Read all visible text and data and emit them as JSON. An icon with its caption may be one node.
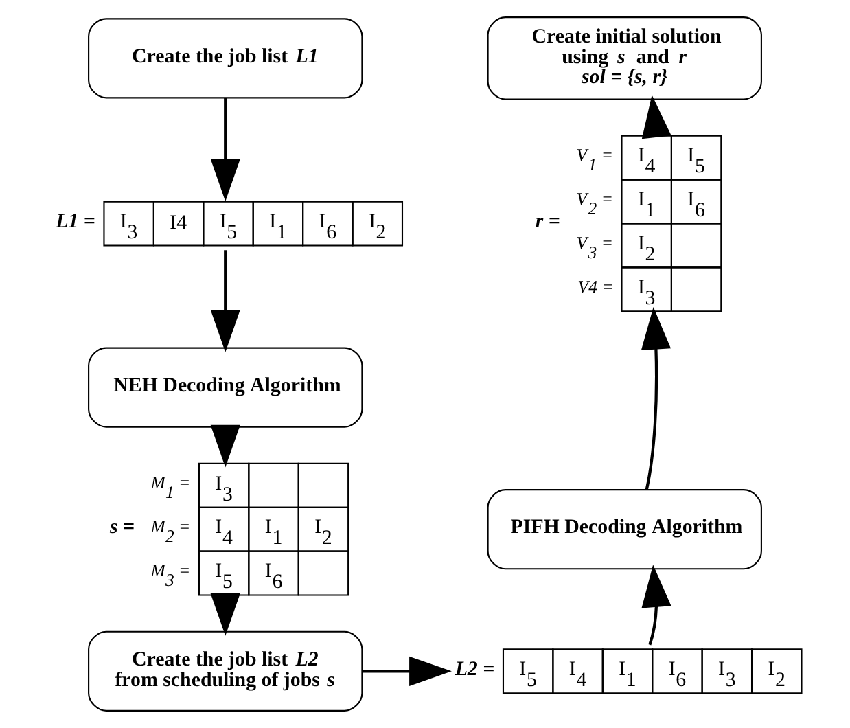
{
  "diagram": {
    "nodes": [
      {
        "text": [
          "Create the job list *L1*"
        ]
      },
      {
        "text": [
          "Create initial solution using *s* and *r*",
          "sol = {s, r}"
        ]
      },
      {
        "text": [
          "I$_{3}$",
          "I4",
          "I$_{5}$",
          "I$_{1}$",
          "I$_{6}$",
          "I$_{2}$"
        ],
        "beside": [
          "L1 ="
        ]
      },
      {
        "text": [
          "I$_{4}$",
          "I$_{5}$",
          "I$_{1}$",
          "I$_{6}$",
          "I$_{2}$",
          "I$_{3}$"
        ],
        "beside": [
          "r =",
          "V$_{1}$ =",
          "V$_{2}$ =",
          "V$_{3}$ =",
          "V4 ="
        ]
      },
      {
        "text": [
          "NEH Decoding Algorithm"
        ]
      },
      {
        "text": [
          "I$_{3}$",
          "I$_{4}$",
          "I$_{1}$",
          "I$_{2}$",
          "I$_{5}$",
          "I$_{6}$"
        ],
        "beside": [
          "s =",
          "M$_{1}$ =",
          "M$_{2}$ =",
          "M$_{3}$ ="
        ]
      },
      {
        "text": [
          "PIFH Decoding Algorithm"
        ]
      },
      {
        "text": [
          "Create the job list *L2* from scheduling of jobs *s*"
        ]
      },
      {
        "text": [
          "I$_{5}$",
          "I$_{4}$",
          "I$_{1}$",
          "I$_{6}$",
          "I$_{3}$",
          "I$_{2}$"
        ],
        "beside": [
          "L2 ="
        ]
      }
    ],
    "edges": [
      {
        "from": 0,
        "to": 2,
        "arrow": "to"
      },
      {
        "from": 2,
        "to": 4,
        "arrow": "to"
      },
      {
        "from": 4,
        "to": 5,
        "arrow": "to"
      },
      {
        "from": 5,
        "to": 7,
        "arrow": "to"
      },
      {
        "from": 7,
        "to": 8,
        "arrow": "to"
      },
      {
        "from": 8,
        "to": 6,
        "arrow": "to"
      },
      {
        "from": 6,
        "to": 3,
        "arrow": "to"
      },
      {
        "from": 3,
        "to": 1,
        "arrow": "to"
      }
    ]
  }
}
